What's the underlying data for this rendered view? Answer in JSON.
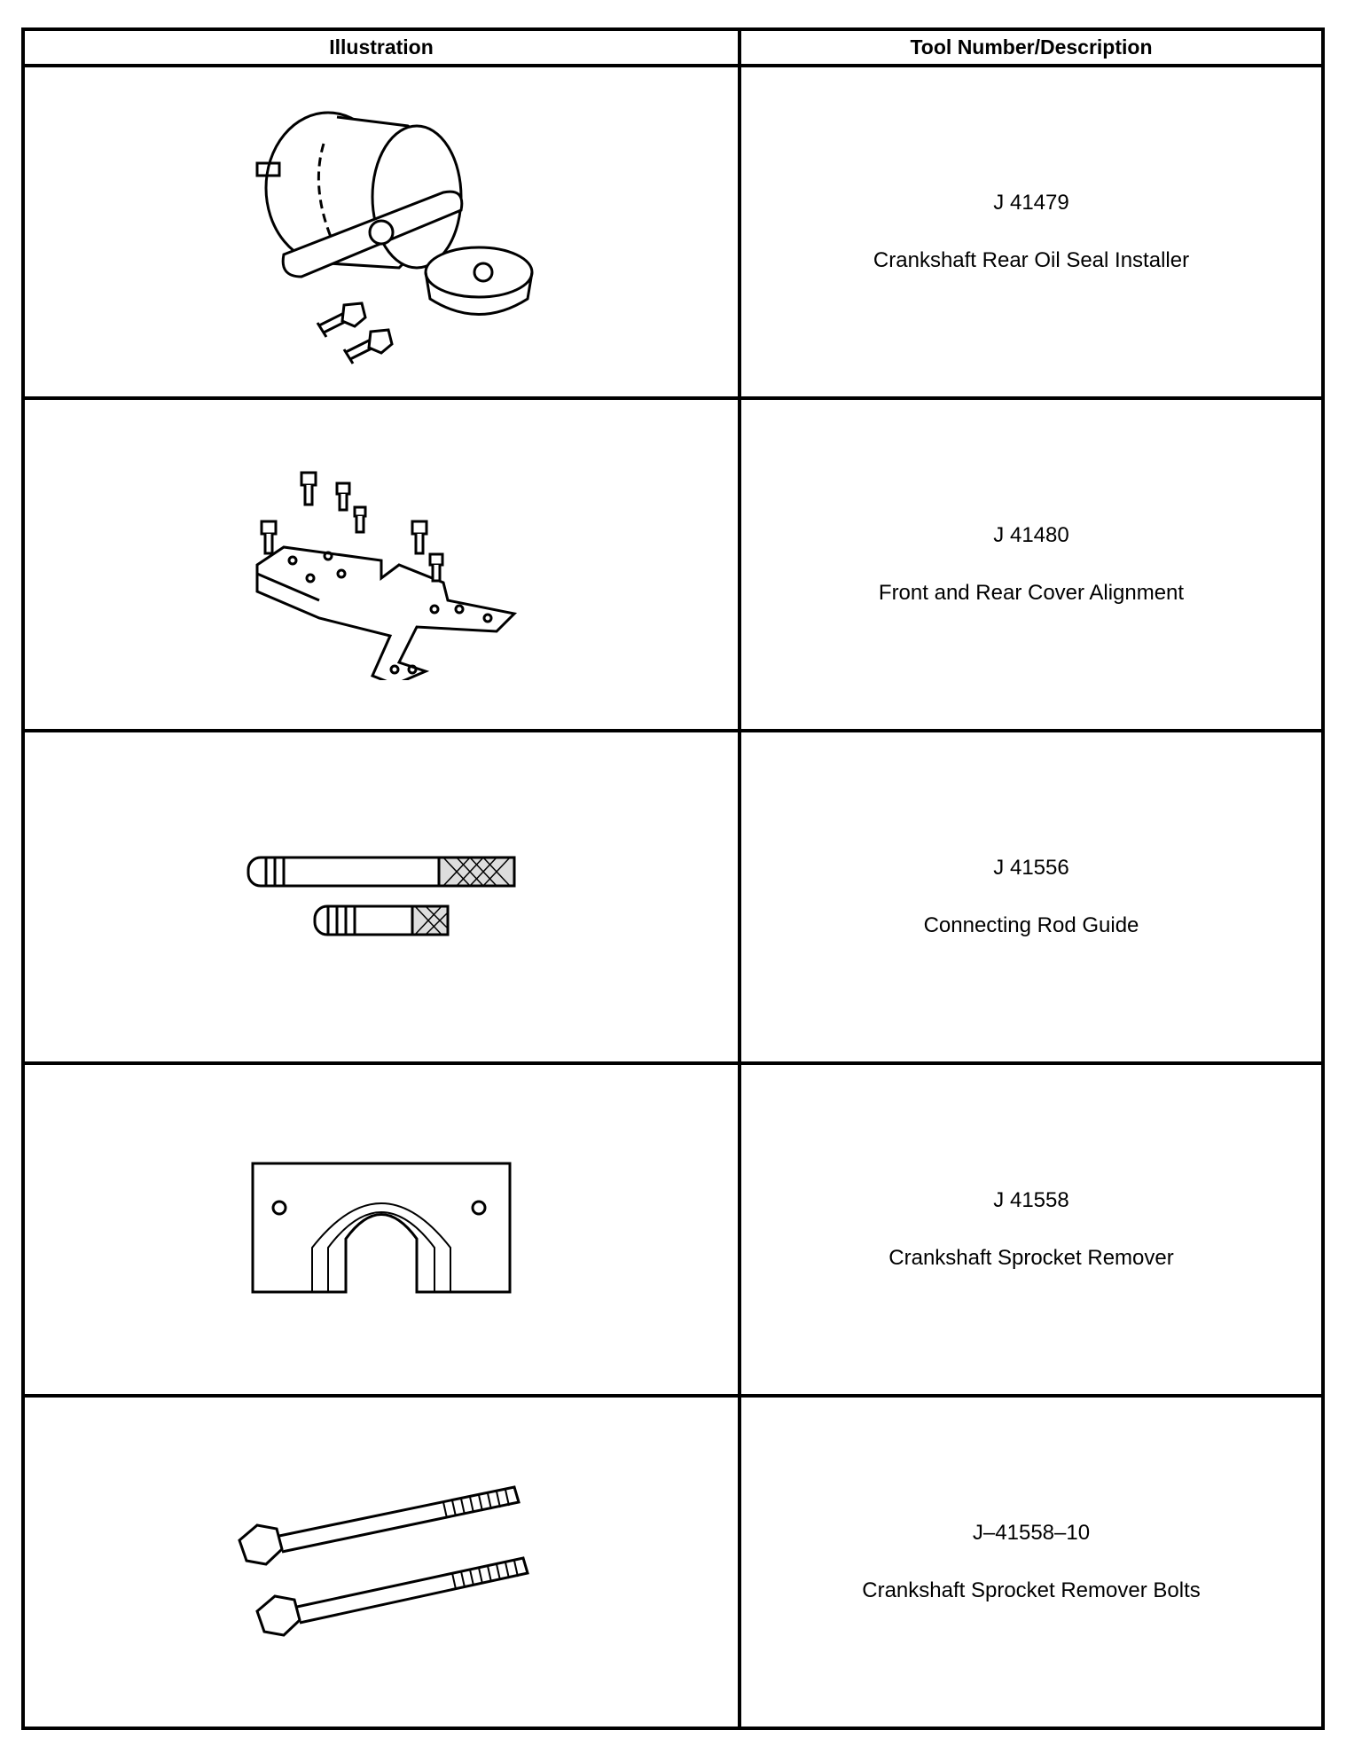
{
  "table": {
    "headers": {
      "illustration": "Illustration",
      "tool": "Tool Number/Description"
    },
    "rows": [
      {
        "number": "J 41479",
        "description": "Crankshaft Rear Oil Seal Installer",
        "illustration_icon": "seal-installer-icon"
      },
      {
        "number": "J 41480",
        "description": "Front and Rear Cover Alignment",
        "illustration_icon": "alignment-plate-icon"
      },
      {
        "number": "J 41556",
        "description": "Connecting Rod Guide",
        "illustration_icon": "rod-guide-icon"
      },
      {
        "number": "J 41558",
        "description": "Crankshaft Sprocket Remover",
        "illustration_icon": "sprocket-remover-icon"
      },
      {
        "number": "J–41558–10",
        "description": "Crankshaft Sprocket Remover Bolts",
        "illustration_icon": "bolts-icon"
      }
    ]
  }
}
